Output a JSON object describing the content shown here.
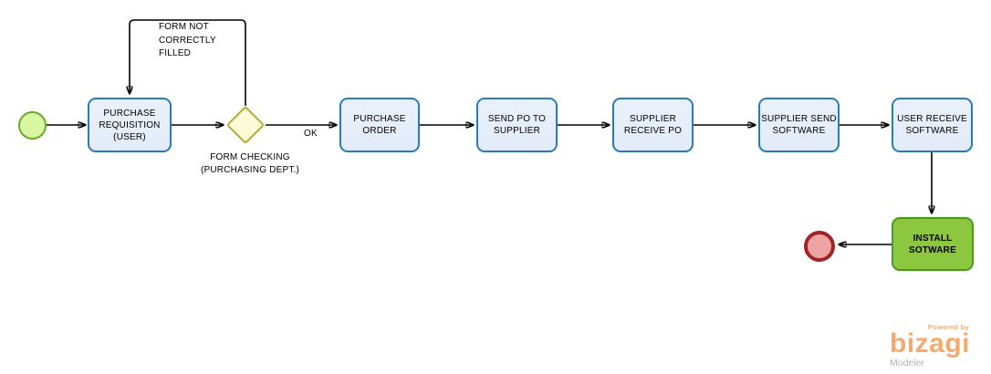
{
  "nodes": {
    "start_event": {
      "type": "start-event"
    },
    "purchase_requisition": {
      "label": "PURCHASE\nREQUISITION\n(USER)"
    },
    "gateway_form_checking": {
      "label": "FORM CHECKING\n(PURCHASING DEPT.)"
    },
    "purchase_order": {
      "label": "PURCHASE\nORDER"
    },
    "send_po_to_supplier": {
      "label": "SEND PO TO\nSUPPLIER"
    },
    "supplier_receive_po": {
      "label": "SUPPLIER\nRECEIVE PO"
    },
    "supplier_send_software": {
      "label": "SUPPLIER SEND\nSOFTWARE"
    },
    "user_receive_software": {
      "label": "USER RECEIVE\nSOFTWARE"
    },
    "install_software": {
      "label": "INSTALL\nSOTWARE"
    },
    "end_event": {
      "type": "end-event"
    }
  },
  "edge_labels": {
    "ok": "OK",
    "form_not_correctly_filled": "FORM NOT\nCORRECTLY\nFILLED"
  },
  "branding": {
    "powered_by": "Powered by",
    "brand": "bizagi",
    "product": "Modeler"
  },
  "colors": {
    "task_fill": "#eaf1fb",
    "task_border": "#2a7ab8",
    "gateway_fill": "#fbfbd8",
    "gateway_border": "#aeae3a",
    "start_fill": "#d9f7a2",
    "start_border": "#68aa2a",
    "end_fill": "#efa4a4",
    "end_border": "#a22424",
    "install_fill": "#8dc63f",
    "install_border": "#459a20",
    "connector": "#000000",
    "logo_orange": "#f4aa6e",
    "logo_gray": "#b2b2b2"
  }
}
